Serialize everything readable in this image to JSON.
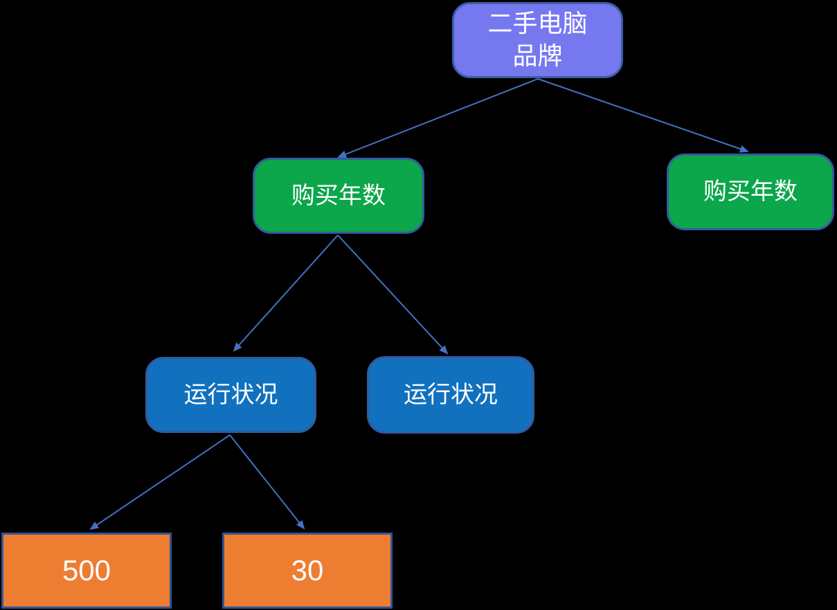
{
  "diagram": {
    "nodes": {
      "root": {
        "line1": "二手电脑",
        "line2": "品牌",
        "fill": "#7678F0"
      },
      "left_child": {
        "label": "购买年数",
        "fill": "#0CA64B"
      },
      "right_child": {
        "label": "购买年数",
        "fill": "#0CA64B"
      },
      "left_grandchild": {
        "label": "运行状况",
        "fill": "#1171BE"
      },
      "mid_grandchild": {
        "label": "运行状况",
        "fill": "#1171BE"
      },
      "leaf_left": {
        "label": "500",
        "fill": "#ED7D31"
      },
      "leaf_right": {
        "label": "30",
        "fill": "#ED7D31"
      }
    },
    "colors": {
      "edge": "#4472C4",
      "node_border": "#35599E",
      "background": "#000000",
      "text": "#FFFFFF"
    }
  }
}
